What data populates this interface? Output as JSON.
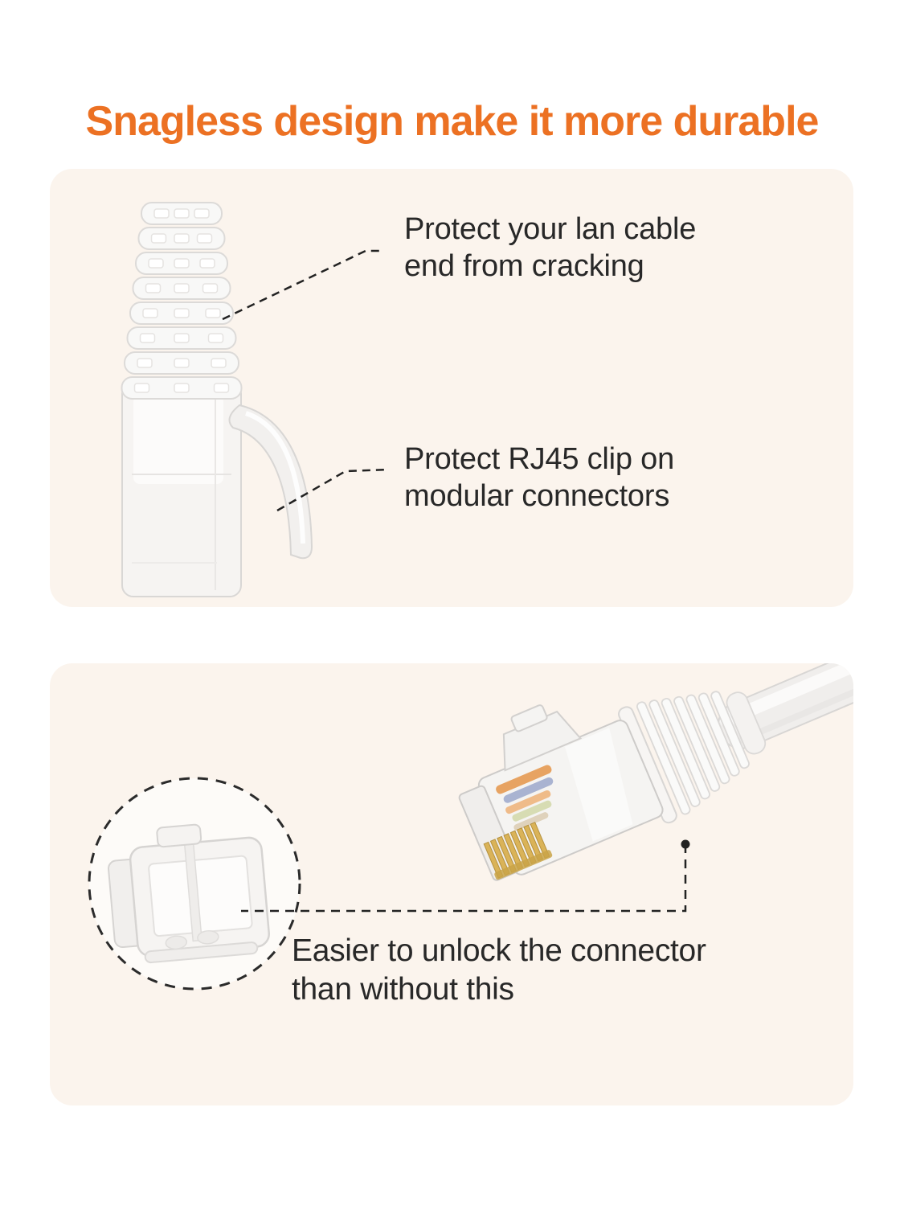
{
  "colors": {
    "page-bg": "#ffffff",
    "panel-bg": "#FBF4ED",
    "accent": "#EC7123",
    "text": "#282828",
    "line": "#222222"
  },
  "header": {
    "title": "Snagless design make it more durable"
  },
  "panels": [
    {
      "name": "boot-panel",
      "illustration": "snagless-boot-side-view",
      "annotations": [
        {
          "text": "Protect your lan cable\nend from cracking"
        },
        {
          "text": "Protect RJ45 clip on\nmodular connectors"
        }
      ]
    },
    {
      "name": "connector-panel",
      "illustration": "rj45-connector-with-cable",
      "magnifier": "boot-clip-closeup",
      "annotations": [
        {
          "text": "Easier to unlock the connector\nthan without this"
        }
      ]
    }
  ]
}
